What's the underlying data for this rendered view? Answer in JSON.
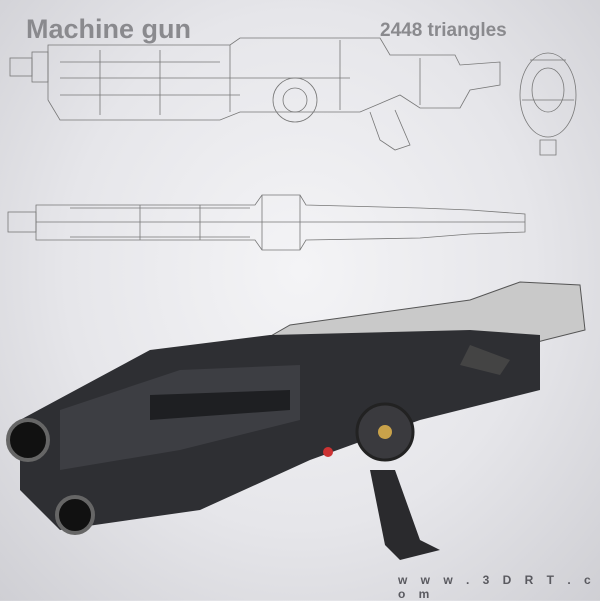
{
  "title": "Machine gun",
  "triangle_count": "2448 triangles",
  "website": "w w w . 3 D R T . c o m"
}
